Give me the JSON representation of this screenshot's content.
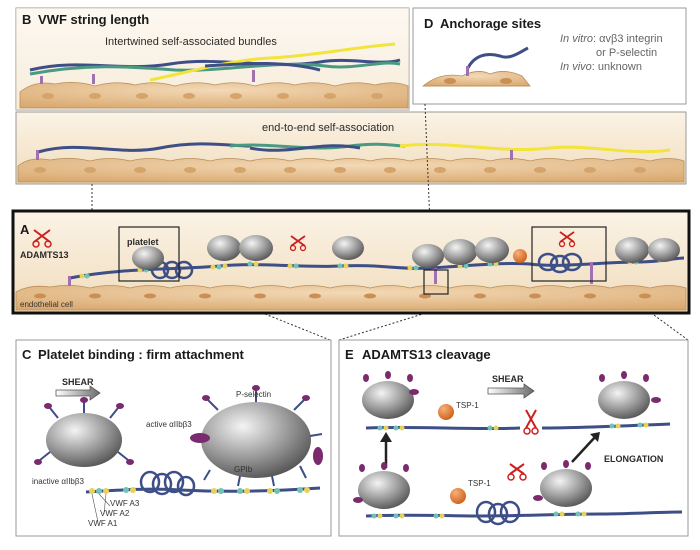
{
  "panel_b": {
    "letter": "B",
    "title": "VWF string length",
    "bundle_label": "Intertwined self-associated bundles",
    "end_to_end_label": "end-to-end self-association"
  },
  "panel_d": {
    "letter": "D",
    "title": "Anchorage sites",
    "in_vitro_label": "In vitro",
    "in_vitro_text": ": αvβ3 integrin",
    "in_vitro_text2": "or P-selectin",
    "in_vivo_label": "In vivo",
    "in_vivo_text": ": unknown"
  },
  "panel_a": {
    "letter": "A",
    "adamts13_label": "ADAMTS13",
    "platelet_label": "platelet",
    "endothelial_label": "endothelial cell"
  },
  "panel_c": {
    "letter": "C",
    "title": "Platelet binding : firm attachment",
    "shear_label": "SHEAR",
    "p_selectin_label": "P-selectin",
    "active_label": "active αIIbβ3",
    "inactive_label": "inactive αIIbβ3",
    "gpib_label": "GPIb",
    "a3_label": "VWF A3",
    "a2_label": "VWF A2",
    "a1_label": "VWF A1"
  },
  "panel_e": {
    "letter": "E",
    "title": "ADAMTS13 cleavage",
    "shear_label": "SHEAR",
    "tsp1_label_top": "TSP-1",
    "tsp1_label_bottom": "TSP-1",
    "elongation_label": "ELONGATION"
  },
  "colors": {
    "vwf_strand": "#3d4f86",
    "strand_green": "#4a9a82",
    "strand_yellow": "#f2e43a",
    "cell_fill": "#e9c69a",
    "cell_stroke": "#b88f5a",
    "cell_bg": "#f6e6cf",
    "platelet": "#8a8a8a",
    "receptor_purple": "#7a2a6e",
    "scissors_red": "#cc1f1f",
    "tsp1_orange": "#e07830",
    "domain_yellow": "#e8d25a",
    "domain_teal": "#6fc4b4"
  }
}
